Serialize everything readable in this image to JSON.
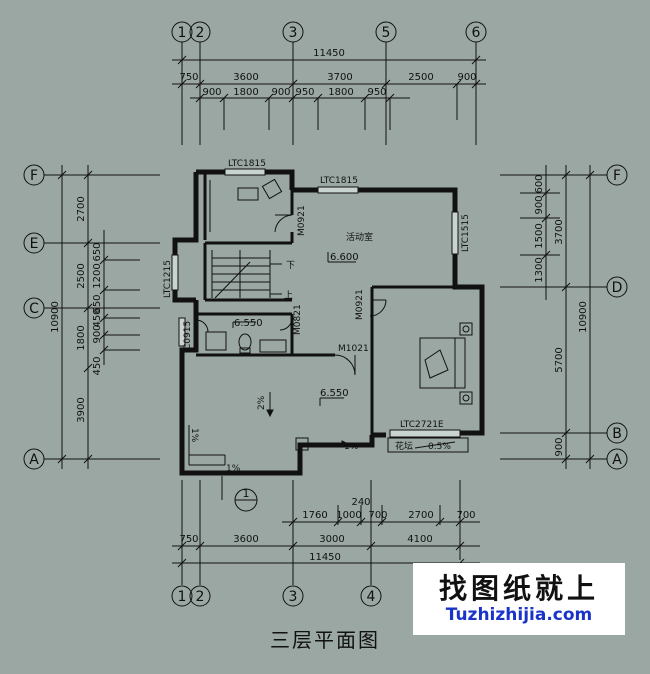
{
  "title": "三层平面图",
  "watermark": {
    "cn": "找图纸就上",
    "en": "Tuzhizhijia.com"
  },
  "colors": {
    "background": "#9aa7a2",
    "line": "#111111",
    "wall": "#111111",
    "watermark_blue": "#1a33c8"
  },
  "axes_top": [
    "1",
    "2",
    "3",
    "5",
    "6"
  ],
  "axes_bottom": [
    "1",
    "2",
    "3",
    "4"
  ],
  "axes_left": [
    "F",
    "E",
    "C",
    "A"
  ],
  "axes_right": [
    "F",
    "D",
    "B",
    "A"
  ],
  "dims_top": {
    "overall": "11450",
    "row1": [
      "750",
      "3600",
      "3700",
      "2500",
      "900"
    ],
    "row2": [
      "900",
      "1800",
      "900",
      "950",
      "1800",
      "950"
    ]
  },
  "dims_bottom": {
    "overall": "11450",
    "row1": [
      "750",
      "3600",
      "3000",
      "4100"
    ],
    "row2": [
      "1760",
      "1000",
      "700",
      "2700",
      "700"
    ],
    "extra": "240"
  },
  "dims_left": {
    "overall": "10900",
    "row1": [
      "2700",
      "2500",
      "1800",
      "3900"
    ],
    "row2": [
      "650",
      "1200",
      "650",
      "450",
      "900",
      "450"
    ]
  },
  "dims_right": {
    "overall": "10900",
    "row1": [
      "3700",
      "5700",
      "900"
    ],
    "row2": [
      "600",
      "900",
      "1500",
      "1300"
    ]
  },
  "labels": {
    "window_top_left": "LTC1815",
    "window_top_mid": "LTC1815",
    "window_right": "LTC1515",
    "window_left": "LTC1215",
    "window_bottom": "LTC2721E",
    "door_m0921_a": "M0921",
    "door_m0921_b": "M0921",
    "door_m0821": "M0821",
    "door_m1021": "M1021",
    "door_c0915": "C0915",
    "room_activity": "活动室",
    "level_main": "6.600",
    "level_bath": "6.550",
    "level_terrace": "6.550",
    "slope_2pct": "2%",
    "slope_1pct_a": "1%",
    "slope_1pct_b": "1%",
    "slope_1pct_c": "1%",
    "stair_down": "下",
    "stair_up": "上",
    "planter": "花坛",
    "planter_slope": "0.5%",
    "section_mark": "1"
  }
}
